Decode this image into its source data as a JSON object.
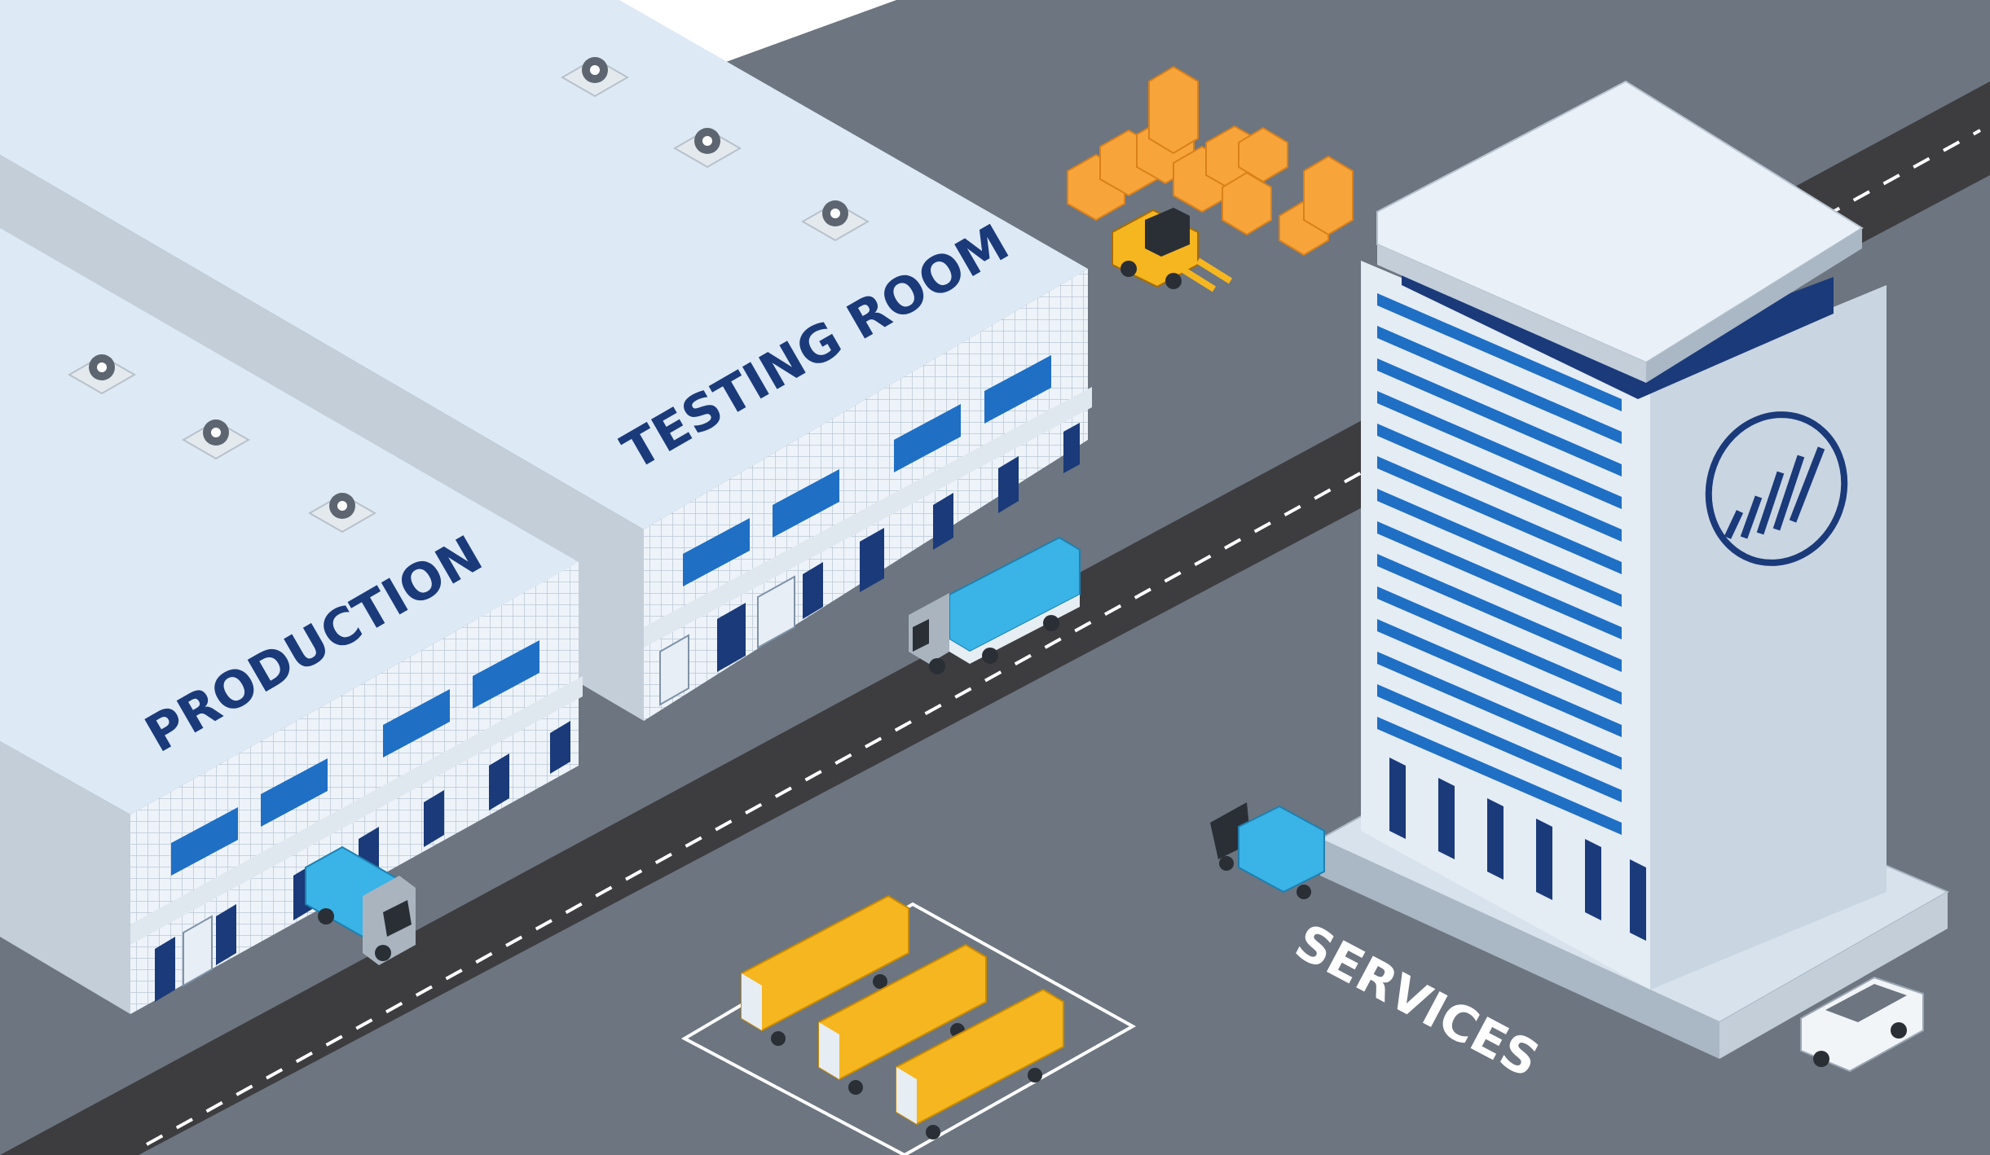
{
  "labels": {
    "production": "PRODUCTION",
    "testing_room": "TESTING ROOM",
    "services": "SERVICES"
  },
  "colors": {
    "ground": "#6c7580",
    "road": "#3d3d40",
    "road_marking": "#ffffff",
    "building_roof": "#dde9f5",
    "building_wall": "#e9f0f7",
    "building_side": "#c3ced9",
    "window_blue": "#1f6fc4",
    "navy": "#1a3a7a",
    "cargo_orange": "#f7a53b",
    "container_yellow": "#f5b61f",
    "truck_cyan": "#3ab3e6"
  },
  "icons": [
    "roof-fan-icon",
    "company-logo-icon",
    "forklift-icon",
    "truck-icon",
    "suv-icon",
    "cargo-box-icon"
  ]
}
